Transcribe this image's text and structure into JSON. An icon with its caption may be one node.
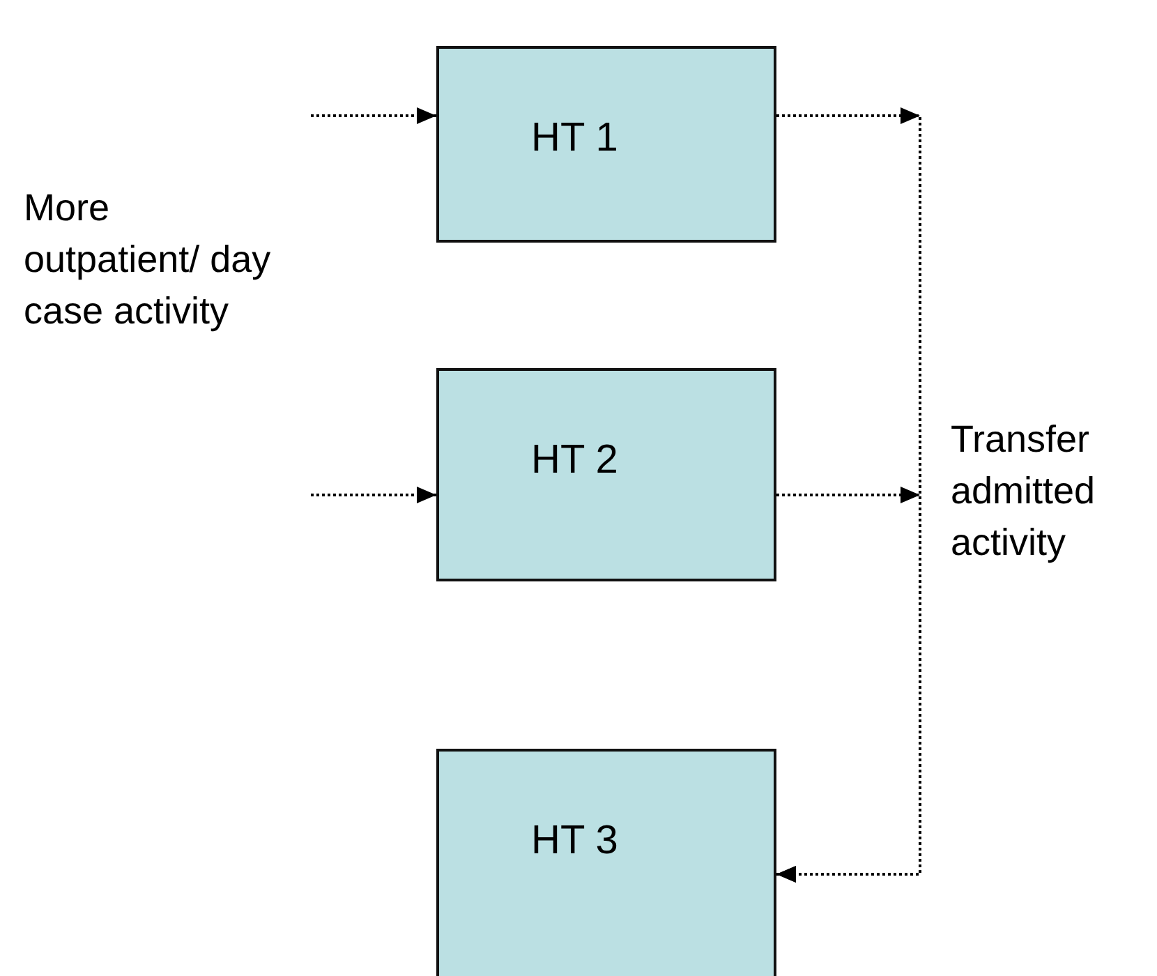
{
  "diagram": {
    "nodes": [
      {
        "text": [
          "HT 1"
        ]
      },
      {
        "text": [
          "HT 2"
        ]
      },
      {
        "text": [
          "HT 3"
        ]
      }
    ],
    "edges": [
      {
        "from": null,
        "to": 0,
        "arrow": "to",
        "style": "dashed"
      },
      {
        "from": null,
        "to": 1,
        "arrow": "to",
        "style": "dashed"
      },
      {
        "from": 0,
        "to": 2,
        "arrow": "to",
        "style": "dashed"
      },
      {
        "from": 1,
        "to": 2,
        "arrow": "to",
        "style": "dashed"
      }
    ],
    "labels": [
      "More outpatient/ day case activity",
      "Transfer admitted activity"
    ]
  }
}
